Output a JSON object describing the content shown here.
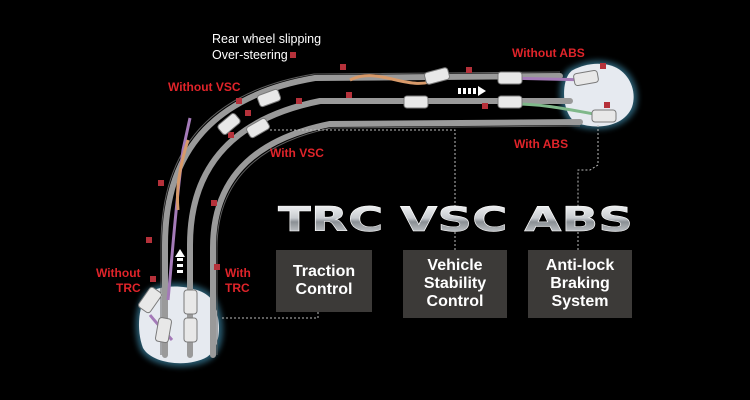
{
  "header": {
    "rear_slip_line1": "Rear wheel slipping",
    "rear_slip_line2": "Over-steering"
  },
  "labels": {
    "without_vsc": "Without VSC",
    "with_vsc": "With VSC",
    "without_abs": "Without ABS",
    "with_abs": "With ABS",
    "without_trc_line1": "Without",
    "without_trc_line2": "TRC",
    "with_trc_line1": "With",
    "with_trc_line2": "TRC"
  },
  "logos": {
    "text": "TRC VSC ABS"
  },
  "boxes": {
    "traction": "Traction\nControl",
    "stability": "Vehicle\nStability\nControl",
    "antilock": "Anti-lock\nBraking\nSystem"
  },
  "colors": {
    "background": "#000000",
    "road": "#9a9a9a",
    "red_label": "#e0242a",
    "box_fill": "#3c3a38",
    "ice_fill": "#e6eaf0",
    "ice_glow": "#4aa3c8",
    "path_purple": "#a47ab8",
    "path_orange": "#d89a6a",
    "path_green": "#7fb88a"
  },
  "icons": [
    "car-icon",
    "forward-arrow-icon",
    "obstacle-marker-icon",
    "dotted-connector-line"
  ]
}
